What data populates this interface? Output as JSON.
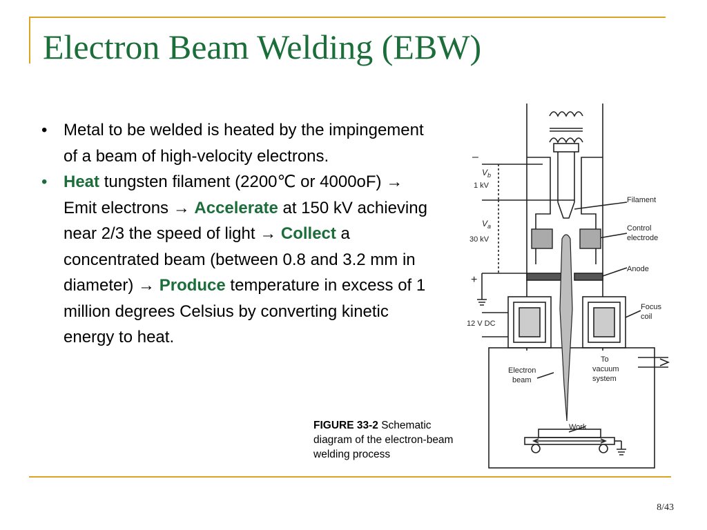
{
  "slide": {
    "title": "Electron Beam Welding (EBW)",
    "page_number": "8/43"
  },
  "bullets": [
    {
      "text": "Metal to be welded is heated by the impingement of a beam of high-velocity electrons."
    },
    {
      "heat": "Heat",
      "t1": " tungsten filament (2200℃ or 4000oF) ",
      "arrow1": "→",
      "t2": " Emit electrons ",
      "arrow2": "→",
      "accelerate": "Accelerate",
      "t3": " at 150 kV achieving near 2/3 the speed of light ",
      "arrow3": "→",
      "collect": "Collect",
      "t4": " a concentrated beam (between 0.8 and 3.2 mm in diameter) ",
      "arrow4": "→",
      "produce": "Produce",
      "t5": " temperature in excess of 1 million degrees Celsius by converting kinetic energy to heat."
    }
  ],
  "figure": {
    "caption_label": "FIGURE 33-2",
    "caption_text": " Schematic diagram of the electron-beam welding process",
    "labels": {
      "minus": "–",
      "vb": "V",
      "vb_sub": "b",
      "vb_value": "1 kV",
      "va": "V",
      "va_sub": "a",
      "va_value": "30 kV",
      "plus": "+",
      "dc": "12 V DC",
      "filament": "Filament",
      "control_1": "Control",
      "control_2": "electrode",
      "anode": "Anode",
      "focus_1": "Focus",
      "focus_2": "coil",
      "beam_1": "Electron",
      "beam_2": "beam",
      "vacuum_1": "To",
      "vacuum_2": "vacuum",
      "vacuum_3": "system",
      "work": "Work"
    }
  }
}
